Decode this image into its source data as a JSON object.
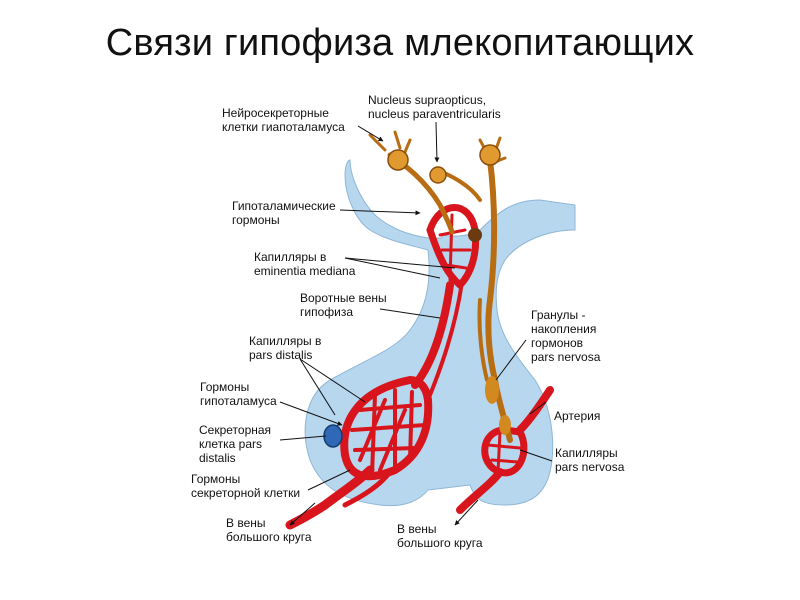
{
  "title": "Связи гипофиза млекопитающих",
  "labels": {
    "neurosecretory": "Нейросекреторные\nклетки гиапоталамуса",
    "nucleus": "Nucleus supraopticus,\nnucleus paraventricularis",
    "hypothalamic_hormones": "Гипоталамические\nгормоны",
    "capillaries_em": "Капилляры в\neminentia mediana",
    "portal_veins": "Воротные вены\nгипофиза",
    "capillaries_pd": "Капилляры в\npars distalis",
    "hormones_hyp": "Гормоны\nгипоталамуса",
    "secretory_cell": "Секреторная\nклетка pars\ndistalis",
    "hormones_secretory": "Гормоны\nсекреторной клетки",
    "veins_left": "В вены\nбольшого круга",
    "granules": "Гранулы -\nнакопления\nгормонов\npars nervosa",
    "artery": "Артерия",
    "capillaries_pn": "Капилляры\npars nervosa",
    "veins_right": "В вены\nбольшого круга"
  },
  "colors": {
    "tissue": "#b7d7ef",
    "vessel": "#d8151c",
    "neuron": "#d2891f"
  }
}
